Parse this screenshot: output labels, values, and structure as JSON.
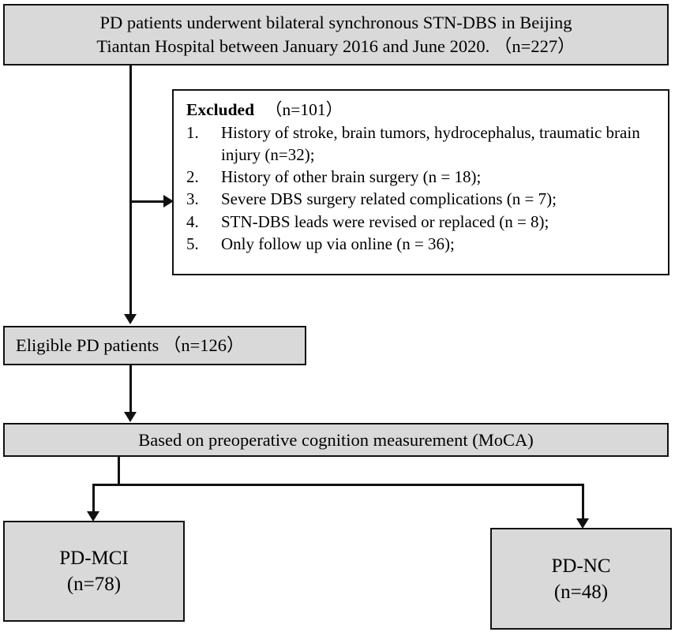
{
  "diagram": {
    "type": "patient-selection-flowchart",
    "fill_color": "#d9d9d9",
    "line_color": "#111111",
    "nodes": {
      "enrollment": {
        "line1": "PD patients underwent bilateral synchronous STN-DBS in Beijing",
        "line2": "Tiantan Hospital between January 2016 and June 2020. （n=227）"
      },
      "excluded": {
        "heading": "Excluded",
        "count": "（n=101）",
        "items": [
          {
            "num": "1.",
            "text": "History of stroke, brain tumors, hydrocephalus, traumatic brain injury (n=32);"
          },
          {
            "num": "2.",
            "text": "History of other brain surgery (n = 18);"
          },
          {
            "num": "3.",
            "text": "Severe DBS surgery related complications (n = 7);"
          },
          {
            "num": "4.",
            "text": "STN-DBS leads were revised or replaced (n = 8);"
          },
          {
            "num": "5.",
            "text": "Only follow up via online (n = 36);"
          }
        ]
      },
      "eligible": {
        "label": "Eligible PD patients （n=126）"
      },
      "measurement": {
        "label": "Based on preoperative cognition measurement (MoCA)"
      },
      "pd_mci": {
        "line1": "PD-MCI",
        "line2": "(n=78)"
      },
      "pd_nc": {
        "line1": "PD-NC",
        "line2": "(n=48)"
      }
    }
  }
}
